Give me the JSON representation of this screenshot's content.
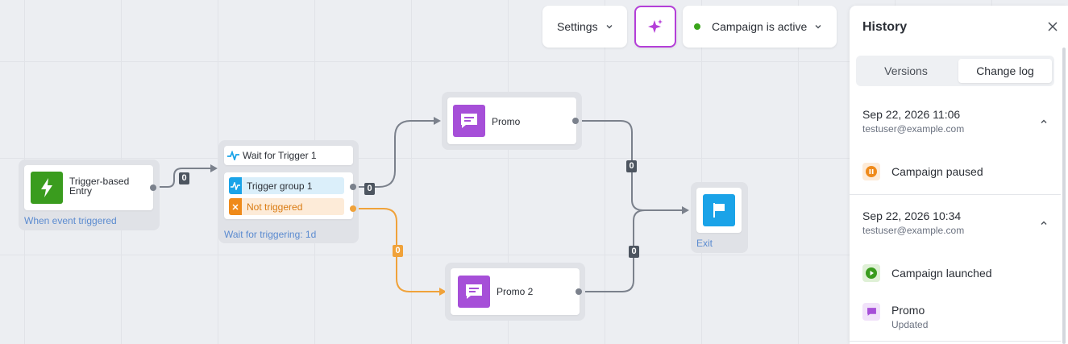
{
  "toolbar": {
    "settings_label": "Settings",
    "status_label": "Campaign is active",
    "status_color": "#3aa51b",
    "ai_accent": "#b43fd8"
  },
  "canvas": {
    "entry": {
      "title": "Trigger-based Entry",
      "subtitle": "When event triggered",
      "icon": "lightning-icon",
      "color": "#3a9c1e"
    },
    "wait": {
      "title": "Wait for Trigger 1",
      "group_label": "Trigger group 1",
      "not_triggered_label": "Not triggered",
      "subtitle": "Wait for triggering: 1d"
    },
    "promo1": {
      "label": "Promo",
      "icon": "message-icon",
      "color": "#a64fd8"
    },
    "promo2": {
      "label": "Promo 2",
      "icon": "message-icon",
      "color": "#a64fd8"
    },
    "exit": {
      "label": "Exit",
      "icon": "flag-icon",
      "color": "#1aa3e8"
    },
    "edge_counts": {
      "entry_to_wait": "0",
      "group_to_promo": "0",
      "not_triggered_to_promo2": "0",
      "promo_to_exit": "0",
      "promo2_to_exit": "0"
    }
  },
  "history": {
    "title": "History",
    "tabs": [
      "Versions",
      "Change log"
    ],
    "active_tab": "Change log",
    "entries": [
      {
        "date": "Sep 22, 2026 11:06",
        "user": "testuser@example.com",
        "events": [
          {
            "label": "Campaign paused",
            "icon": "pause-icon"
          }
        ]
      },
      {
        "date": "Sep 22, 2026 10:34",
        "user": "testuser@example.com",
        "events": [
          {
            "label": "Campaign launched",
            "icon": "play-icon"
          },
          {
            "label": "Promo",
            "sub": "Updated",
            "icon": "message-icon"
          }
        ]
      }
    ]
  }
}
